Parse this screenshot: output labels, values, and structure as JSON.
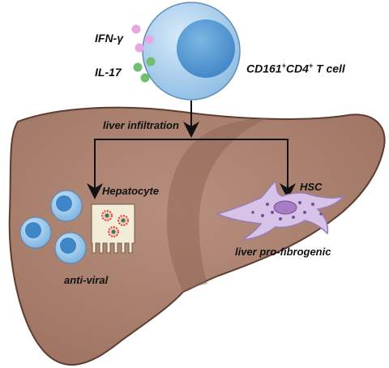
{
  "labels": {
    "ifn": "IFN-γ",
    "il17": "IL-17",
    "tcell_main": "CD161",
    "tcell_sup1": "+",
    "tcell_cd4": "CD4",
    "tcell_sup2": "+",
    "tcell_tail": " T cell",
    "infiltration": "liver infiltration",
    "hepatocyte": "Hepatocyte",
    "hsc": "HSC",
    "antiviral": "anti-viral",
    "fibrogenic": "liver pro-fibrogenic"
  },
  "colors": {
    "liver": "#a9806f",
    "liver_dark": "#8f6656",
    "liver_outline": "#5b3d31",
    "cell_body": "#a9cfee",
    "cell_nucleus": "#5b9fd6",
    "cytokine_pink": "#e9a7df",
    "cytokine_green": "#6fbf6f",
    "hsc_body": "#d7c3e8",
    "hsc_dots": "#7a4d9a",
    "hepatocyte_fill": "#f3ecd9",
    "virus_ring": "#d84a3a",
    "virus_core": "#2f7a5a"
  }
}
